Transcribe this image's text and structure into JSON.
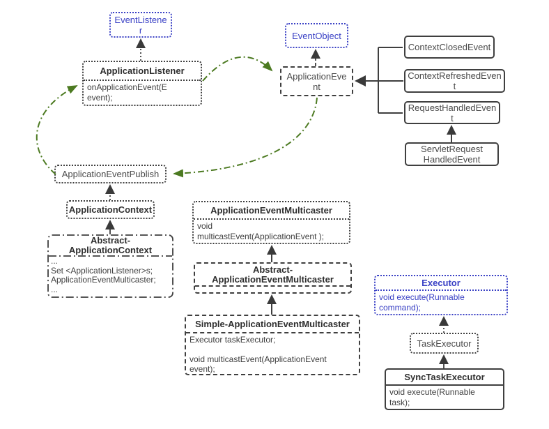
{
  "colors": {
    "interface_blue": "#3a41c5",
    "relation_green": "#4c7a21",
    "line_dark": "#3f3f3f"
  },
  "nodes": {
    "event_listener": {
      "title": "EventListene\nr"
    },
    "application_listener": {
      "title": "ApplicationListener",
      "body": "onApplicationEvent(E\nevent);"
    },
    "event_object": {
      "title": "EventObject"
    },
    "application_event": {
      "title": "ApplicationEve\nnt"
    },
    "context_closed_event": {
      "title": "ContextClosedEvent"
    },
    "context_refreshed_event": {
      "title": "ContextRefreshedEven\nt"
    },
    "request_handled_event": {
      "title": "RequestHandledEven\nt"
    },
    "servlet_request_handled_event": {
      "title": "ServletRequest\nHandledEvent"
    },
    "application_event_publisher": {
      "title": "ApplicationEventPublish"
    },
    "application_context": {
      "title": "ApplicationContext"
    },
    "abstract_application_context": {
      "title": "Abstract-\nApplicationContext",
      "body": "...\nSet <ApplicationListener>s;\nApplicationEventMulticaster;\n..."
    },
    "application_event_multicaster": {
      "title": "ApplicationEventMulticaster",
      "body": "void\nmulticastEvent(ApplicationEvent );"
    },
    "abstract_application_event_multicaster": {
      "title": "Abstract-\nApplicationEventMulticaster"
    },
    "simple_application_event_multicaster": {
      "title": "Simple-ApplicationEventMulticaster",
      "body": "Executor taskExecutor;\n\nvoid multicastEvent(ApplicationEvent\nevent);"
    },
    "executor": {
      "title": "Executor",
      "body": "void execute(Runnable\ncommand);"
    },
    "task_executor": {
      "title": "TaskExecutor"
    },
    "sync_task_executor": {
      "title": "SyncTaskExecutor",
      "body": "void execute(Runnable\ntask);"
    }
  }
}
